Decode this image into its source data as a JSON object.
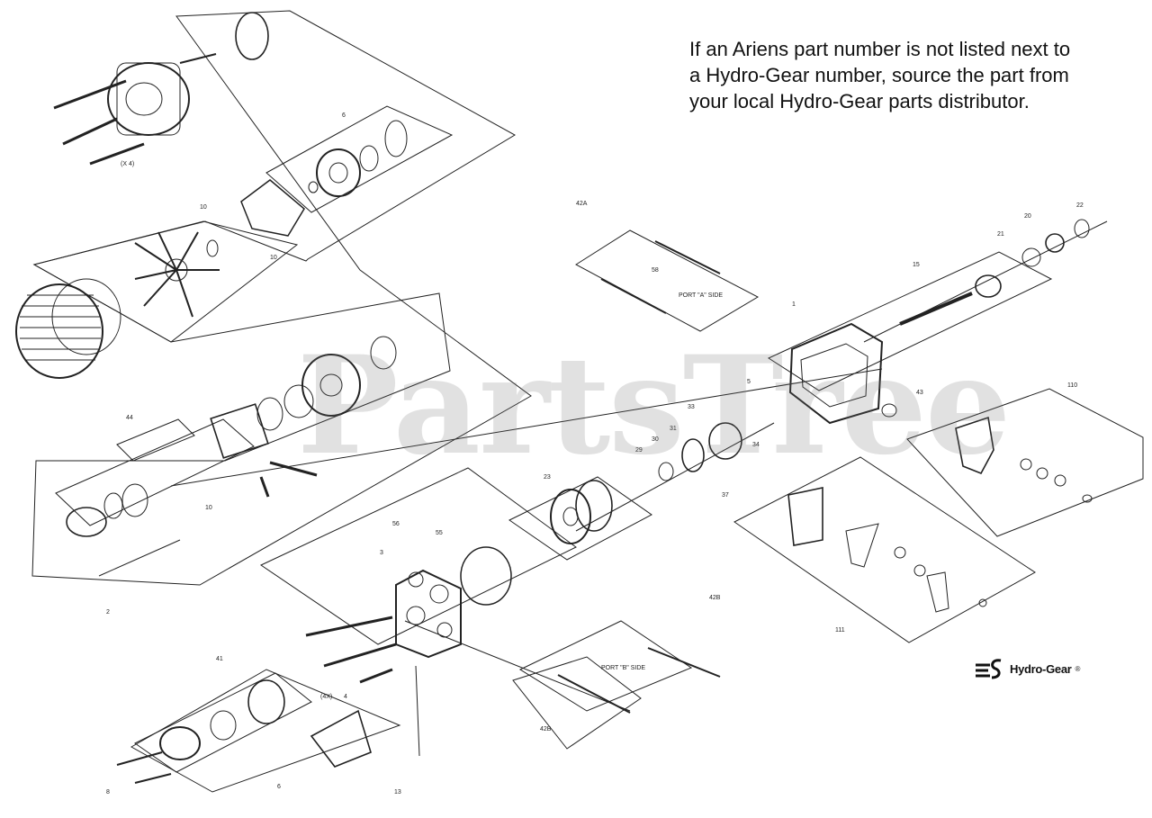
{
  "note": {
    "line1": "If an Ariens part number is not listed next to",
    "line2": "a Hydro-Gear number, source the part from",
    "line3": "your local Hydro-Gear parts distributor."
  },
  "watermark": "PartsTree",
  "brand": {
    "name": "Hydro-Gear",
    "mark": "®"
  },
  "callouts": {
    "c_x4_top": "(X 4)",
    "c_6_top": "6",
    "c_10_a": "10",
    "c_10_b": "10",
    "c_42a": "42A",
    "c_58": "58",
    "c_port_a": "PORT \"A\" SIDE",
    "c_22": "22",
    "c_20_top": "20",
    "c_21": "21",
    "c_15": "15",
    "c_1": "1",
    "c_44_left": "44",
    "c_10_c": "10",
    "c_5": "5",
    "c_43": "43",
    "c_110": "110",
    "c_33": "33",
    "c_31": "31",
    "c_30": "30",
    "c_29": "29",
    "c_34": "34",
    "c_37": "37",
    "c_23": "23",
    "c_56": "56",
    "c_55": "55",
    "c_111": "111",
    "c_2": "2",
    "c_3": "3",
    "c_42b": "42B",
    "c_41": "41",
    "c_x4_bottom": "(4X)",
    "c_4": "4",
    "c_port_b": "PORT \"B\" SIDE",
    "c_6_bottom": "6",
    "c_8": "8",
    "c_13": "13",
    "c_42b_lower": "42B"
  }
}
